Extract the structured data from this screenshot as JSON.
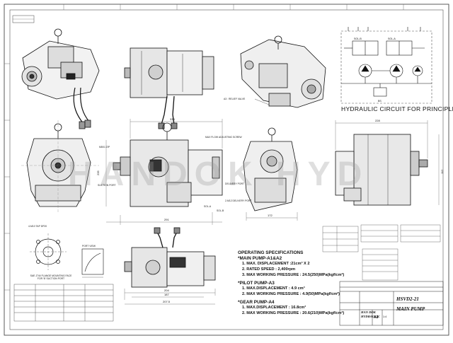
{
  "watermark": "HANDOK HYD",
  "circuit_title": "HYDRAULIC CIRCUIT FOR PRINCIPLE",
  "circuit_labels": {
    "sol_b": "SOL-B",
    "sol_a": "SOL-A",
    "port_bs": "BS"
  },
  "callouts": {
    "relief_valve": "A3 : RELIEF VALVE",
    "mrt_zip": "M8X1 ZIP",
    "suction_port": "SUCTION PORT",
    "adjusting_screw": "MAX FLOW ADJUSTING SCREW",
    "delivery_port": "DELIVERY PORT",
    "delivery_port_2": "2-M12 DELIVERY PORT",
    "sol_a": "SOL-A",
    "sol_b": "SOL-B",
    "flange_face": "SAE J744 FLANGE MOUNTING FACE FOR 'B' SUCTION PORT",
    "tap_depth": "4-M10 TAP DP20",
    "view": "PORT VIEW"
  },
  "spec": {
    "title": "OPERATING SPECIFICATIONS",
    "main_head": "*MAIN PUMP-A1&A2",
    "main_lines": [
      "1.  MAX. DISPLACEMENT :21cm³ X 2",
      "2.  RATED SPEED : 2,400rpm",
      "3.  MAX WORKING PRESSURE : 24.5(250)MPa(kgf/cm²)"
    ],
    "pilot_head": "*PILOT PUMP-A3",
    "pilot_lines": [
      "1.  MAX.DISPLACEMENT : 4.9 cm³",
      "2.  MAX WORKING PRESSURE : 4.9(50)MPa(kgf/cm²)"
    ],
    "gear_head": "*GEAR PUMP-A4",
    "gear_lines": [
      "1.  MAX.DISPLACEMENT : 16.8cm³",
      "2.  MAX WORKING PRESSURE : 20.6(210)MPa(kgf/cm²)"
    ]
  },
  "title_block": {
    "model": "HSVD2-21",
    "part_name": "MAIN PUMP",
    "company_line1": "HAN DOK",
    "company_line2": "HYDRAULIC",
    "sheet_size": "A3",
    "scale": "1:4"
  },
  "dimensions": {
    "top_width": "339",
    "side_width": "172",
    "front_width": "228",
    "bottom_1": "291",
    "bottom_2": "204",
    "bottom_3": "187",
    "bottom_4": "207.5",
    "height_1": "235",
    "height_2": "112"
  }
}
